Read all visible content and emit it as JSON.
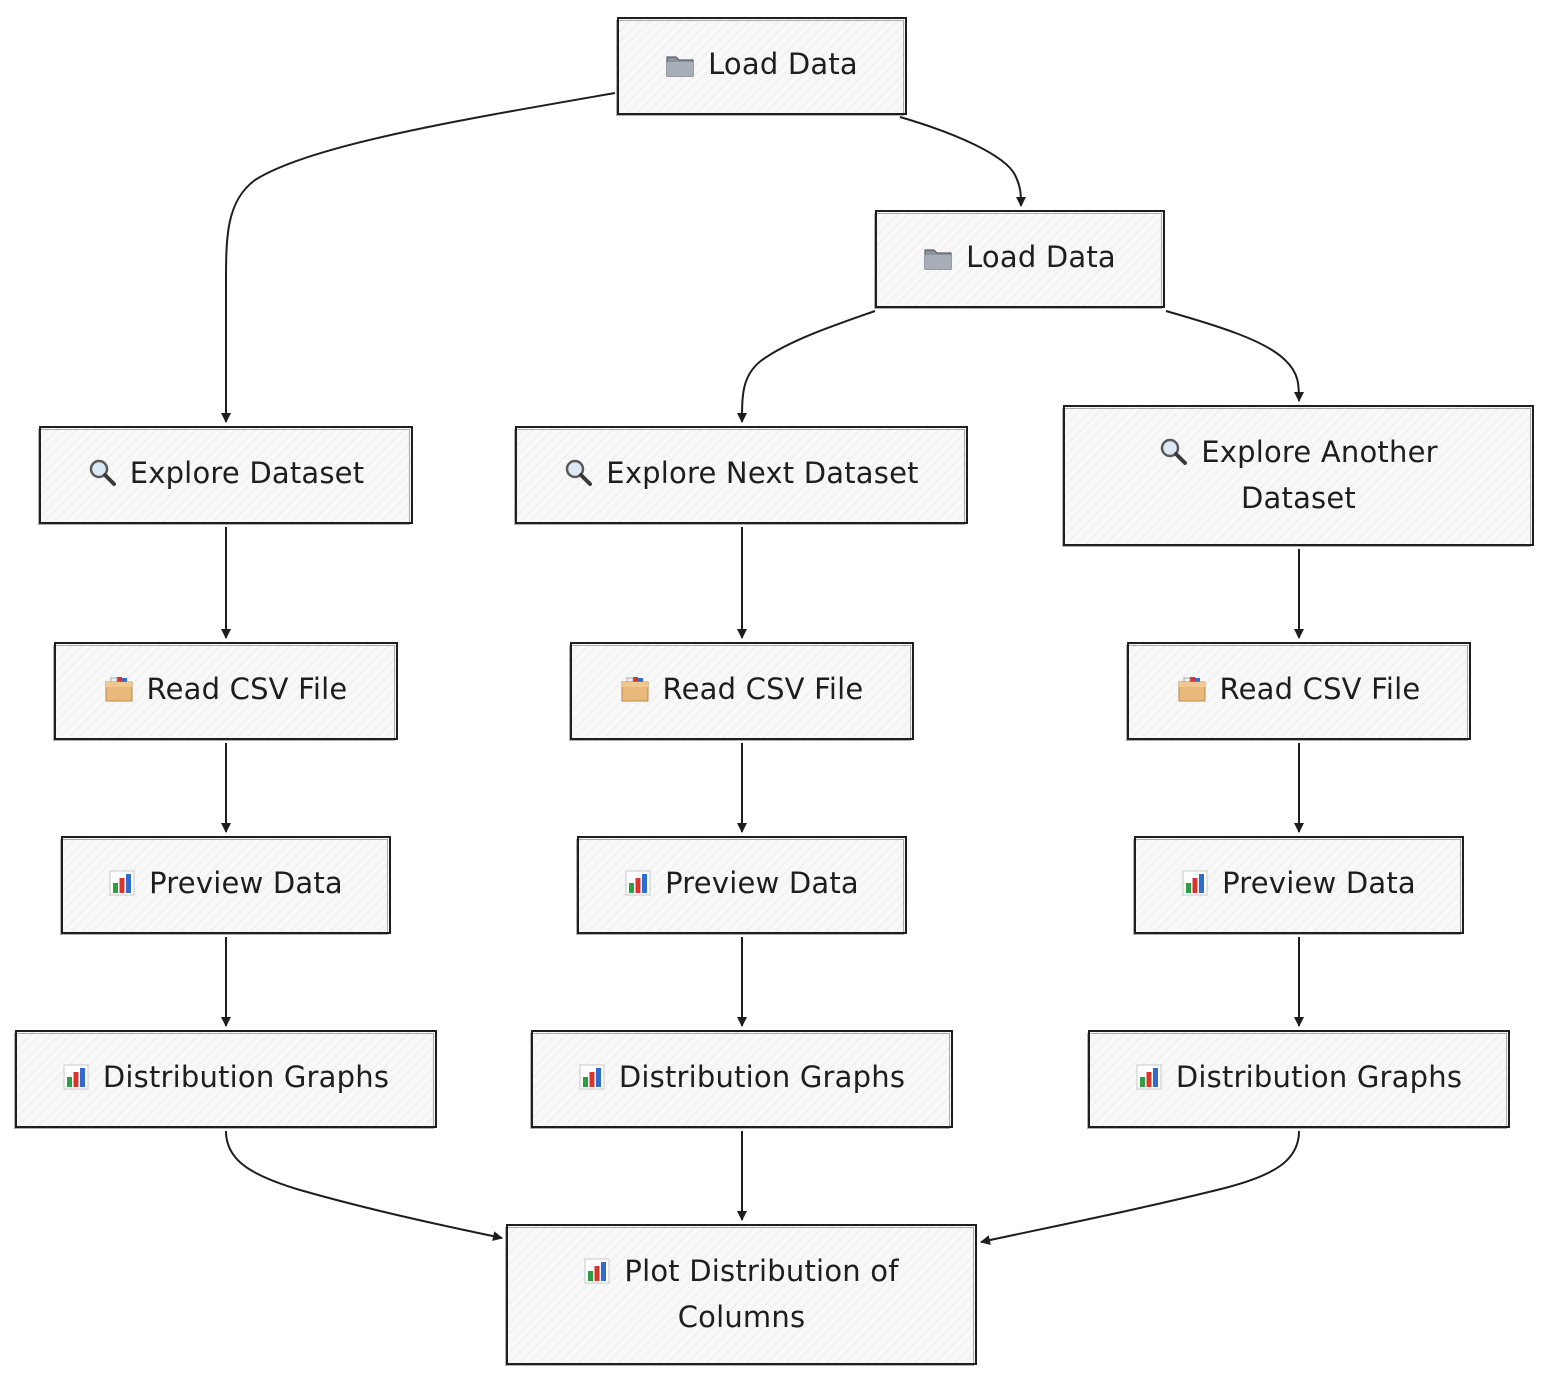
{
  "nodes": {
    "load_1": {
      "icon": "folder-icon",
      "label": "Load Data"
    },
    "load_2": {
      "icon": "folder-icon",
      "label": "Load Data"
    },
    "explore_a": {
      "icon": "magnifier-icon",
      "label": "Explore Dataset"
    },
    "explore_b": {
      "icon": "magnifier-icon",
      "label": "Explore Next Dataset"
    },
    "explore_c": {
      "icon": "magnifier-icon",
      "label": "Explore Another Dataset"
    },
    "read_a": {
      "icon": "file-cabinet-icon",
      "label": "Read CSV File"
    },
    "read_b": {
      "icon": "file-cabinet-icon",
      "label": "Read CSV File"
    },
    "read_c": {
      "icon": "file-cabinet-icon",
      "label": "Read CSV File"
    },
    "preview_a": {
      "icon": "bar-chart-icon",
      "label": "Preview Data"
    },
    "preview_b": {
      "icon": "bar-chart-icon",
      "label": "Preview Data"
    },
    "preview_c": {
      "icon": "bar-chart-icon",
      "label": "Preview Data"
    },
    "dist_a": {
      "icon": "bar-chart-icon",
      "label": "Distribution Graphs"
    },
    "dist_b": {
      "icon": "bar-chart-icon",
      "label": "Distribution Graphs"
    },
    "dist_c": {
      "icon": "bar-chart-icon",
      "label": "Distribution Graphs"
    },
    "plot": {
      "icon": "bar-chart-icon",
      "label": "Plot Distribution of Columns"
    }
  },
  "edges": [
    {
      "from": "load_1",
      "to": "explore_a"
    },
    {
      "from": "load_1",
      "to": "load_2"
    },
    {
      "from": "load_2",
      "to": "explore_b"
    },
    {
      "from": "load_2",
      "to": "explore_c"
    },
    {
      "from": "explore_a",
      "to": "read_a"
    },
    {
      "from": "explore_b",
      "to": "read_b"
    },
    {
      "from": "explore_c",
      "to": "read_c"
    },
    {
      "from": "read_a",
      "to": "preview_a"
    },
    {
      "from": "read_b",
      "to": "preview_b"
    },
    {
      "from": "read_c",
      "to": "preview_c"
    },
    {
      "from": "preview_a",
      "to": "dist_a"
    },
    {
      "from": "preview_b",
      "to": "dist_b"
    },
    {
      "from": "preview_c",
      "to": "dist_c"
    },
    {
      "from": "dist_a",
      "to": "plot"
    },
    {
      "from": "dist_b",
      "to": "plot"
    },
    {
      "from": "dist_c",
      "to": "plot"
    }
  ],
  "colors": {
    "stroke": "#1e1e1e",
    "node_fill": "#f8f8f8",
    "folder": "#8c939d",
    "cabinet": "#e9b97c",
    "bar_green": "#2e9e44",
    "bar_red": "#d9352b",
    "bar_blue": "#2f6cd0"
  }
}
